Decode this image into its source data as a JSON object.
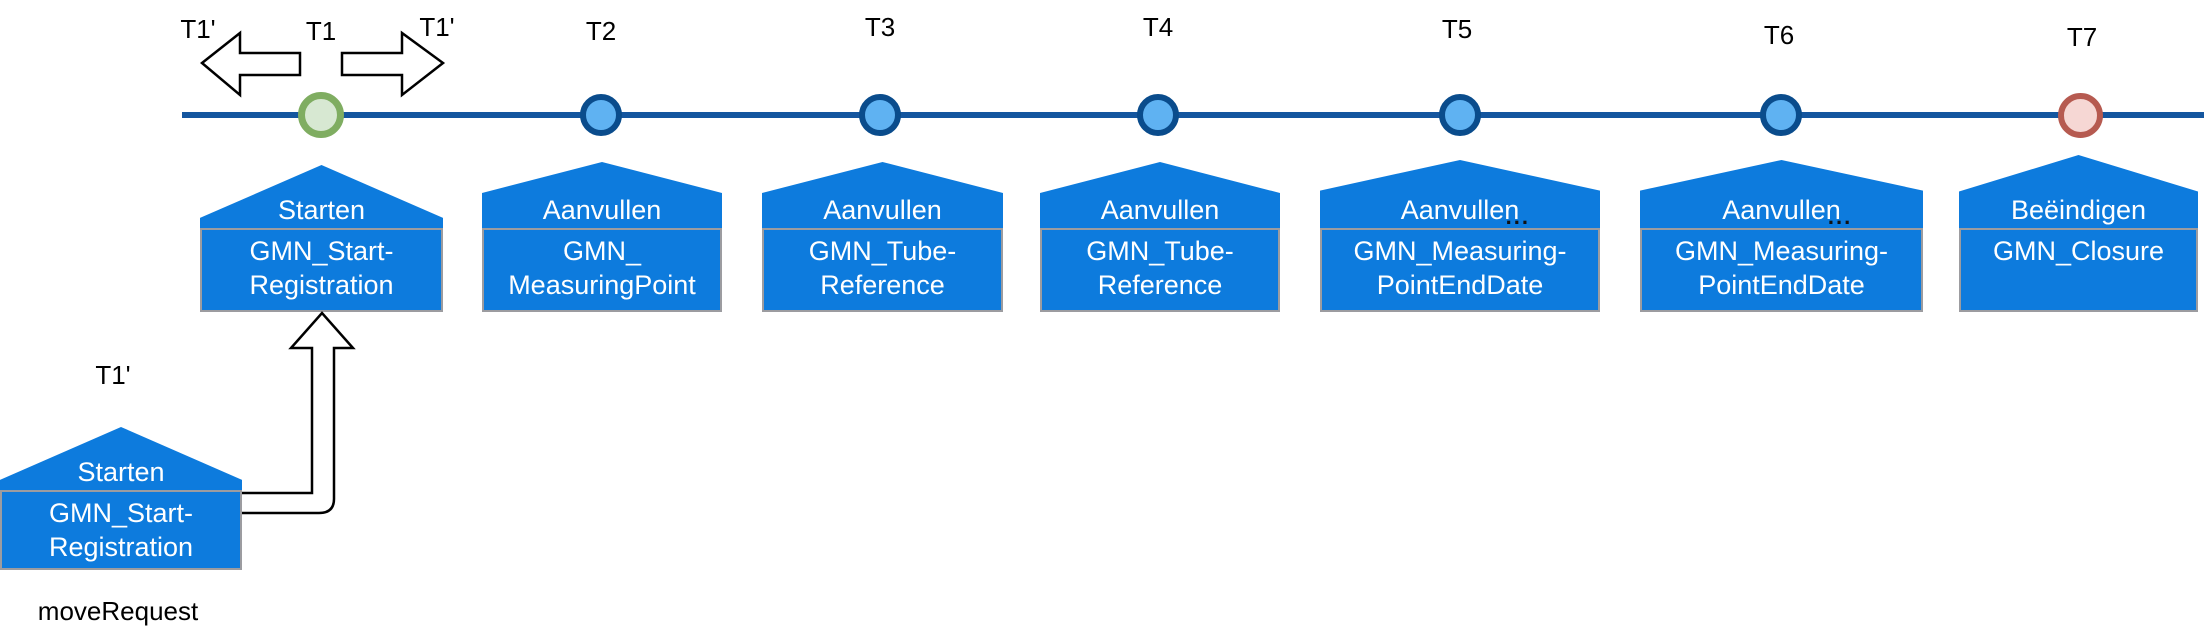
{
  "colors": {
    "box-blue": "#0d7bdd",
    "line-blue": "#14569f",
    "circle-blue-fill": "#5fb2f2",
    "circle-blue-border": "#0a4c8c",
    "circle-green-fill": "#d7e8d2",
    "circle-green-border": "#7fad61",
    "circle-red-fill": "#f6d7d4",
    "circle-red-border": "#b65a50",
    "rect-border": "#9c9ca0",
    "label-text": "#000000",
    "box-text": "#ffffff"
  },
  "move_labels": {
    "left": "T1'",
    "right": "T1'"
  },
  "points": [
    {
      "label": "T1",
      "type": "start"
    },
    {
      "label": "T2",
      "type": "mid"
    },
    {
      "label": "T3",
      "type": "mid"
    },
    {
      "label": "T4",
      "type": "mid"
    },
    {
      "label": "T5",
      "type": "mid"
    },
    {
      "label": "T6",
      "type": "mid"
    },
    {
      "label": "T7",
      "type": "end"
    }
  ],
  "boxes": [
    {
      "title": "Starten",
      "line1": "GMN_Start-",
      "line2": "Registration"
    },
    {
      "title": "Aanvullen",
      "line1": "GMN_",
      "line2": "MeasuringPoint"
    },
    {
      "title": "Aanvullen",
      "line1": "GMN_Tube-",
      "line2": "Reference"
    },
    {
      "title": "Aanvullen",
      "line1": "GMN_Tube-",
      "line2": "Reference"
    },
    {
      "title": "Aanvullen",
      "dots": "...",
      "line1": "GMN_Measuring-",
      "line2": "PointEndDate"
    },
    {
      "title": "Aanvullen",
      "dots": "...",
      "line1": "GMN_Measuring-",
      "line2": "PointEndDate"
    },
    {
      "title": "Beëindigen",
      "line1": "GMN_Closure",
      "line2": ""
    }
  ],
  "moved_box": {
    "label_above": "T1'",
    "title": "Starten",
    "line1": "GMN_Start-",
    "line2": "Registration",
    "label_below": "moveRequest"
  }
}
